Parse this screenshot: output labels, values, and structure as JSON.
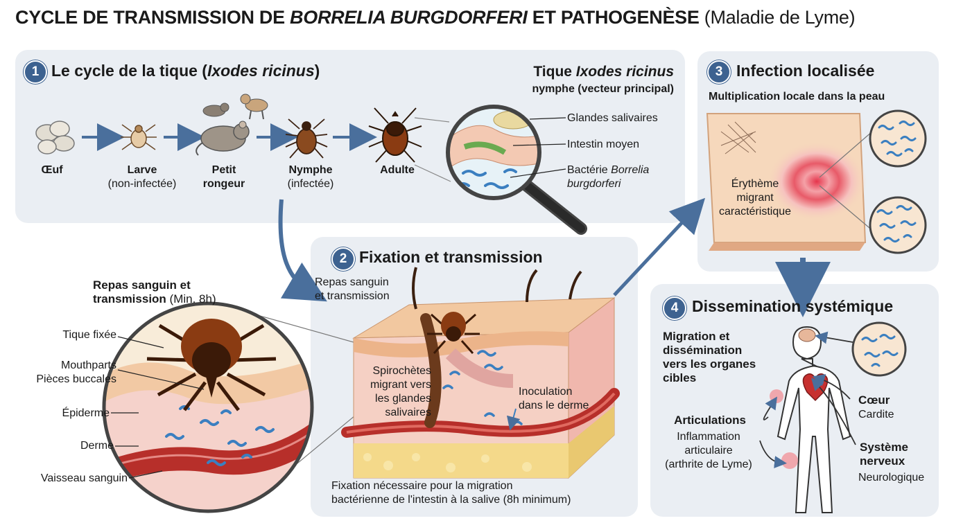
{
  "title": {
    "prefix": "CYCLE DE TRANSMISSION DE ",
    "species": "BORRELIA BURGDORFERI",
    "middle": " ET PATHOGENÈSE",
    "suffix": " (Maladie de Lyme)"
  },
  "panel1": {
    "number": "1",
    "title_prefix": "Le cycle de la tique (",
    "title_species": "Ixodes ricinus",
    "title_suffix": ")",
    "stages": {
      "egg": "Œuf",
      "larva": "Larve",
      "larva_note": "(non-infectée)",
      "rodent_line1": "Petit",
      "rodent_line2": "rongeur",
      "nymph": "Nymphe",
      "nymph_note": "(infectée)",
      "adult": "Adulte"
    },
    "tick_heading_prefix": "Tique ",
    "tick_heading_species": "Ixodes ricinus",
    "tick_subheading": "nymphe (vecteur principal)",
    "anatomy": {
      "salivary": "Glandes salivaires",
      "midgut": "Intestin moyen",
      "bacteria_prefix": "Bactérie ",
      "bacteria_species_1": "Borrelia",
      "bacteria_species_2": "burgdorferi"
    }
  },
  "panel2": {
    "number": "2",
    "title": "Fixation et transmission",
    "blood_meal_1": "Repas sanguin",
    "blood_meal_2": "et transmission",
    "spiro_1": "Spirochètes",
    "spiro_2": "migrant vers",
    "spiro_3": "les glandes",
    "spiro_4": "salivaires",
    "inoc_1": "Inoculation",
    "inoc_2": "dans le derme",
    "footer_1": "Fixation nécessaire pour la migration",
    "footer_2": "bactérienne de l'intestin à la salive (8h minimum)"
  },
  "zoom": {
    "heading_1": "Repas sanguin et",
    "heading_2": "transmission",
    "heading_note": " (Min. 8h)",
    "labels": {
      "tick_fixed": "Tique fixée",
      "mouthparts_en": "Mouthparts",
      "mouthparts_fr": "Pièces buccales",
      "epidermis": "Épiderme",
      "dermis": "Derme",
      "vessel": "Vaisseau sanguin"
    }
  },
  "panel3": {
    "number": "3",
    "title": "Infection localisée",
    "subtitle": "Multiplication locale dans la peau",
    "erythema_1": "Érythème",
    "erythema_2": "migrant",
    "erythema_3": "caractéristique"
  },
  "panel4": {
    "number": "4",
    "title": "Dissemination systémique",
    "migration_1": "Migration et",
    "migration_2": "dissémination",
    "migration_3": "vers les organes",
    "migration_4": "cibles",
    "heart": "Cœur",
    "heart_note": "Cardite",
    "joints": "Articulations",
    "joints_note_1": "Inflammation",
    "joints_note_2": "articulaire",
    "joints_note_3": "(arthrite de Lyme)",
    "nervous_1": "Système",
    "nervous_2": "nerveux",
    "nervous_note": "Neurologique"
  },
  "colors": {
    "panel_bg": "#eaeef3",
    "badge": "#3d6290",
    "arrow": "#4a6f9c",
    "tick_brown": "#7a3b15",
    "skin": "#f6d8bc",
    "dermis": "#f3c3bb",
    "vessel": "#c0392b",
    "bacteria": "#4a8fc7",
    "erythema": "#e05a66"
  }
}
